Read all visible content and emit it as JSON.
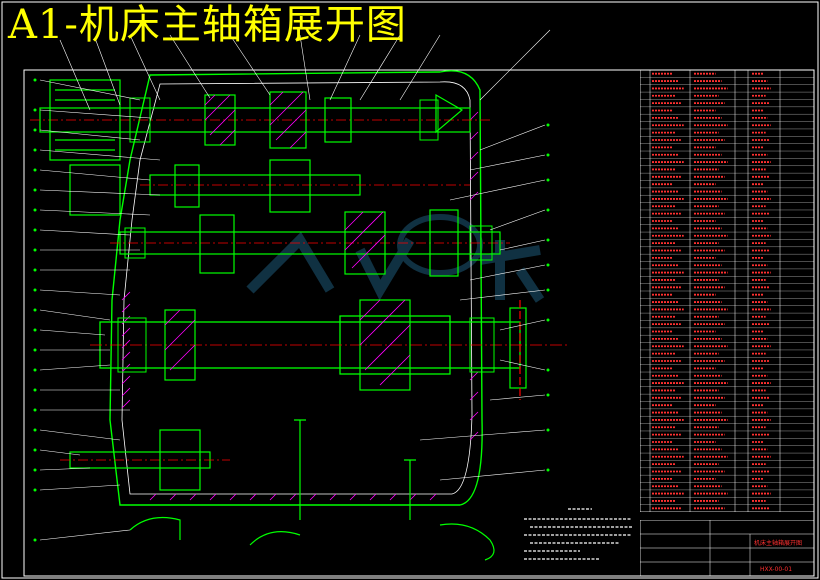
{
  "title": "A1-机床主轴箱展开图",
  "title_block": {
    "drawing_name": "机床主轴箱展开图",
    "drawing_no": "HXX-00-01"
  },
  "colors": {
    "background": "#000000",
    "title": "#ffff00",
    "frame": "#ffffff",
    "part_outline": "#00ff00",
    "hatch": "#ff00ff",
    "center_line": "#ff0000",
    "dim_text": "#00ffff",
    "watermark": "#1e5a78"
  }
}
